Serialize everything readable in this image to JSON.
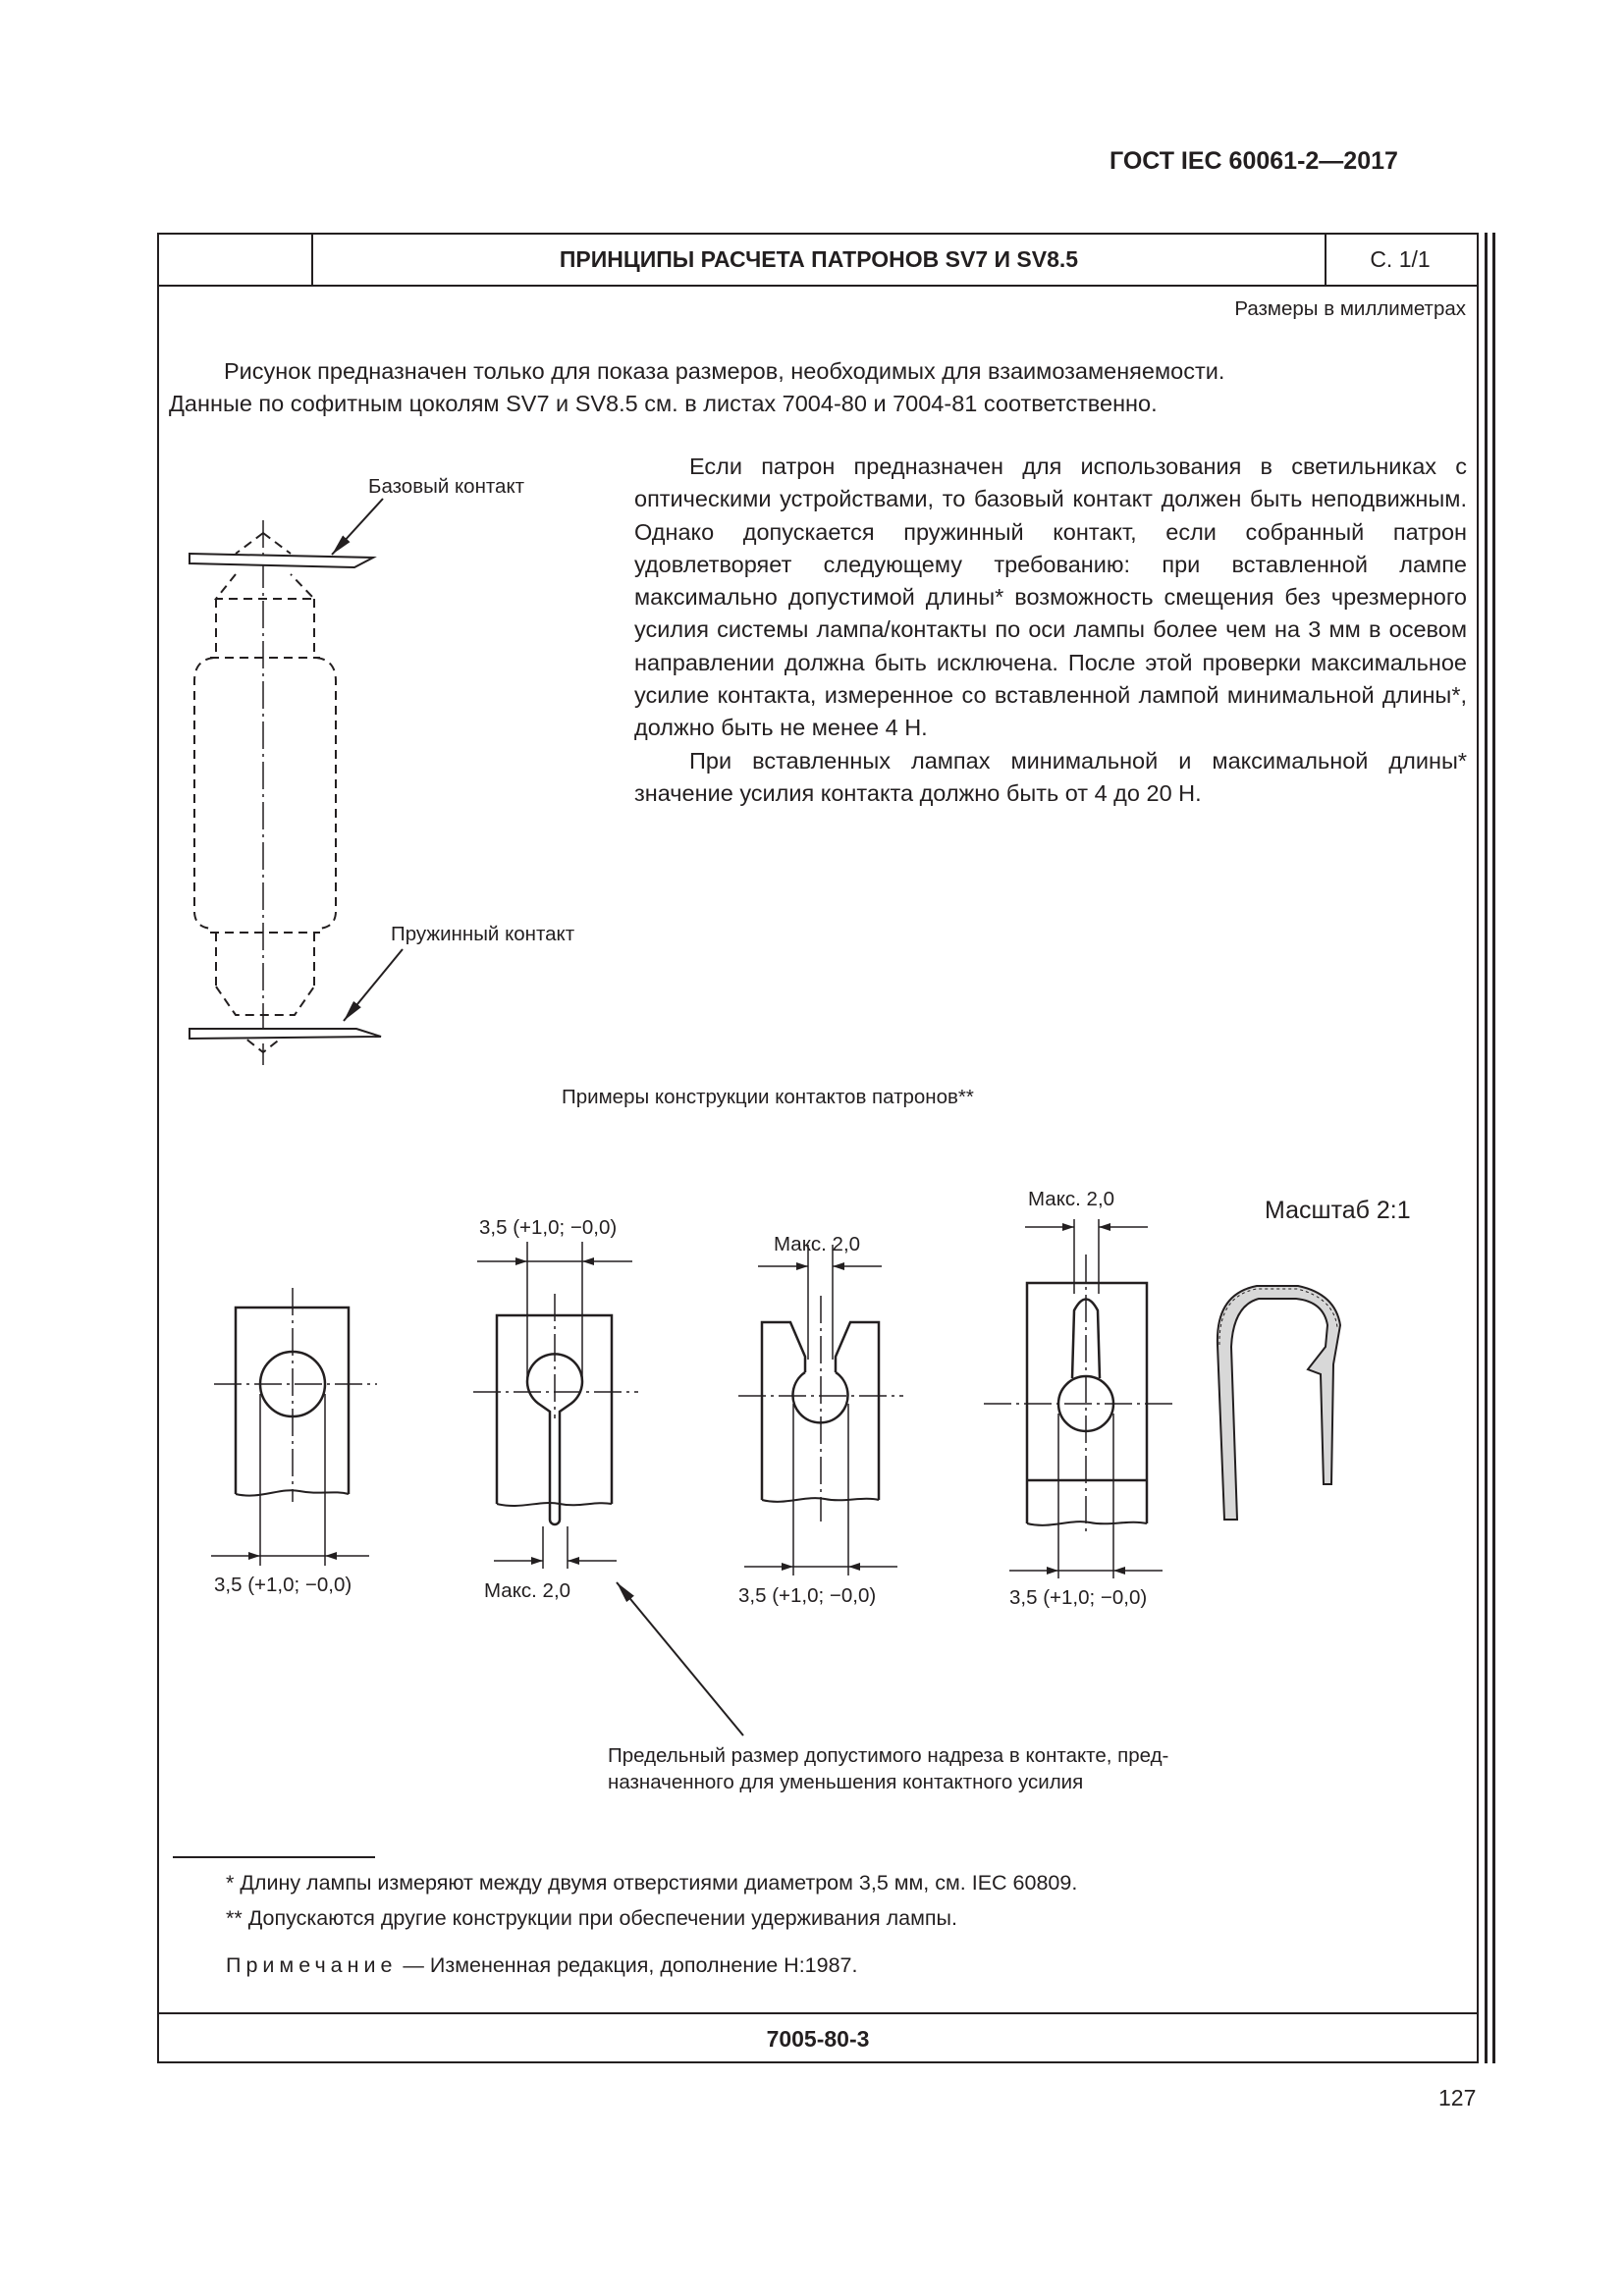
{
  "header": {
    "standard_code": "ГОСТ IEC 60061-2—2017",
    "page_number": "127"
  },
  "sheet": {
    "title": "ПРИНЦИПЫ РАСЧЕТА ПАТРОНОВ SV7 И SV8.5",
    "page": "С. 1/1",
    "units_note": "Размеры в миллиметрах",
    "code": "7005-80-3"
  },
  "intro": {
    "line1": "Рисунок предназначен только для показа размеров, необходимых для взаимозаменяемости.",
    "line2": "Данные по софитным цоколям SV7 и SV8.5 см. в листах 7004-80 и 7004-81 соответственно."
  },
  "side_text": {
    "p1": "Если патрон предназначен для использования в светильниках с оптическими устройствами, то базовый контакт должен быть неподвижным. Однако допускается пружинный контакт, если собранный патрон удовлетворяет следующему требованию: при вставленной лампе максимально допустимой длины* возможность смещения без чрезмерного усилия системы лампа/контакты по оси лампы более чем на 3 мм в осевом направлении должна быть исключена. После этой проверки максимальное усилие контакта, измеренное со вставленной лампой минимальной длины*, должно быть не менее 4 Н.",
    "p2": "При вставленных лампах минимальной и максимальной длины* значение усилия контакта должно быть от 4 до 20 Н."
  },
  "lamp_figure": {
    "base_contact_label": "Базовый контакт",
    "spring_contact_label": "Пружинный контакт"
  },
  "contacts_figure": {
    "caption": "Примеры конструкции контактов патронов**",
    "scale_label": "Масштаб 2:1",
    "dim_hole": "3,5 (+1,0; −0,0)",
    "dim_max": "Макс. 2,0",
    "callout_line1": "Предельный размер допустимого надреза в контакте, пред-",
    "callout_line2": "назначенного для уменьшения контактного усилия"
  },
  "footnotes": {
    "fn1": "*  Длину лампы измеряют между двумя отверстиями диаметром 3,5 мм, см. IEC 60809.",
    "fn2": "**  Допускаются другие конструкции при обеспечении удерживания лампы.",
    "note_label": "Примечание",
    "note_text": " — Измененная редакция, дополнение Н:1987."
  }
}
